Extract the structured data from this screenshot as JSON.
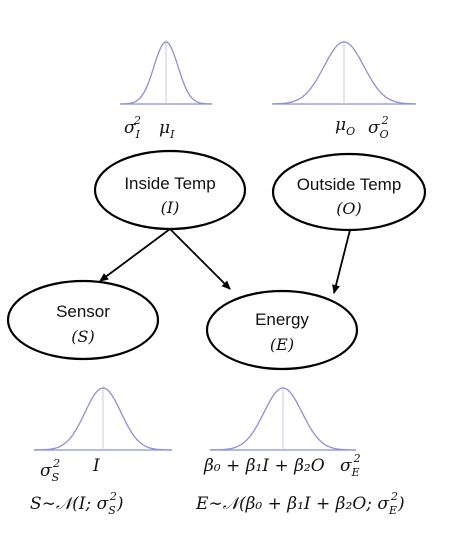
{
  "nodes": {
    "inside": {
      "title": "Inside Temp",
      "symbol": "(I)"
    },
    "outside": {
      "title": "Outside Temp",
      "symbol": "(O)"
    },
    "sensor": {
      "title": "Sensor",
      "symbol": "(S)"
    },
    "energy": {
      "title": "Energy",
      "symbol": "(E)"
    }
  },
  "distributions": {
    "inside": {
      "var_base": "σ",
      "var_sub": "I",
      "var_sup": "2",
      "mean_base": "μ",
      "mean_sub": "I"
    },
    "outside": {
      "mean_base": "μ",
      "mean_sub": "O",
      "var_base": "σ",
      "var_sub": "O",
      "var_sup": "2"
    },
    "sensor": {
      "var_base": "σ",
      "var_sub": "S",
      "var_sup": "2",
      "mean": "I"
    },
    "energy": {
      "mean_expr": "β₀ + β₁I + β₂O",
      "var_base": "σ",
      "var_sub": "E",
      "var_sup": "2"
    }
  },
  "equations": {
    "sensor_lhs": "S∼𝒩(I; σ",
    "sensor_sub": "S",
    "sensor_sup": "2",
    "sensor_close": ")",
    "energy_lhs": "E∼𝒩(β₀ + β₁I + β₂O; σ",
    "energy_sub": "E",
    "energy_sup": "2",
    "energy_close": ")"
  },
  "colors": {
    "curve": "#8f8fd6",
    "node_stroke": "#000000"
  }
}
